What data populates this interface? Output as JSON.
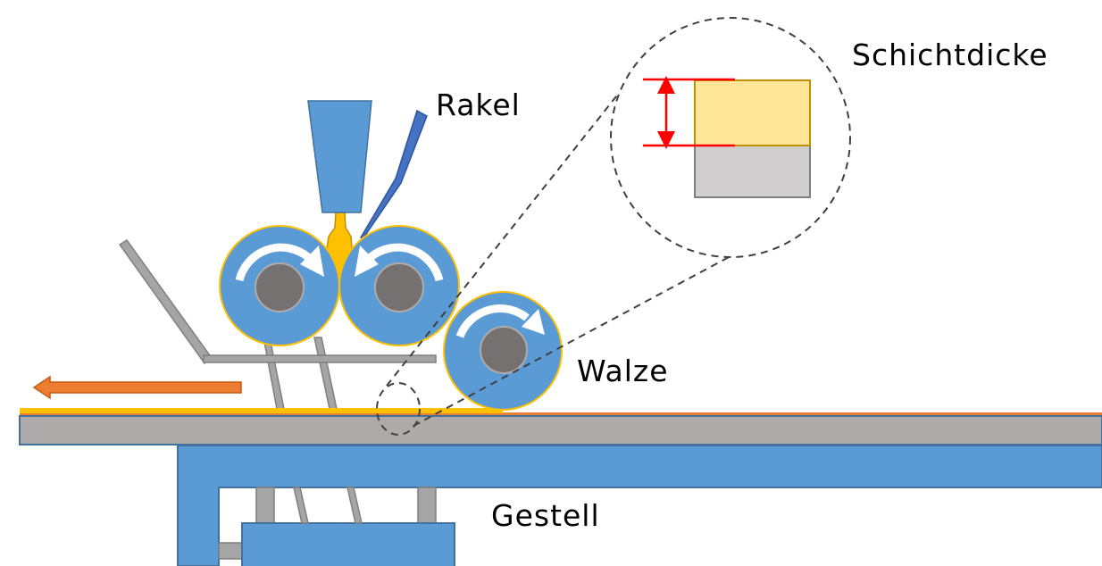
{
  "labels": {
    "rakel": "Rakel",
    "schichtdicke": "Schichtdicke",
    "walze": "Walze",
    "gestell": "Gestell"
  },
  "colors": {
    "roller_fill": "#5B9BD5",
    "roller_border": "#FFC000",
    "roller_core": "#767171",
    "roller_core_border": "#AFABAB",
    "rotation_arrow": "#FFFFFF",
    "hopper": "#5B9BD5",
    "doctor_blade": "#4472C4",
    "paste": "#FFC000",
    "coating_layer": "#FFC000",
    "table": "#AEAAAA",
    "frame": "#5B9BD5",
    "frame_border": "#41719C",
    "support_bar": "#A5A5A5",
    "transport_arrow": "#ED7D31",
    "substrate_strip": "#ED7D31",
    "detail_coating": "#FFE699",
    "detail_coating_border": "#BF9000",
    "detail_substrate": "#D0CECE",
    "dimension_marker": "#FF0000",
    "callout_dash": "#404040"
  },
  "icons": {
    "roller_left_rotation": "clockwise-arrow-icon",
    "roller_mid_rotation": "counterclockwise-arrow-icon",
    "roller_right_rotation": "clockwise-arrow-icon",
    "transport_direction": "arrow-left-icon",
    "layer_thickness": "double-arrow-vertical-icon"
  }
}
